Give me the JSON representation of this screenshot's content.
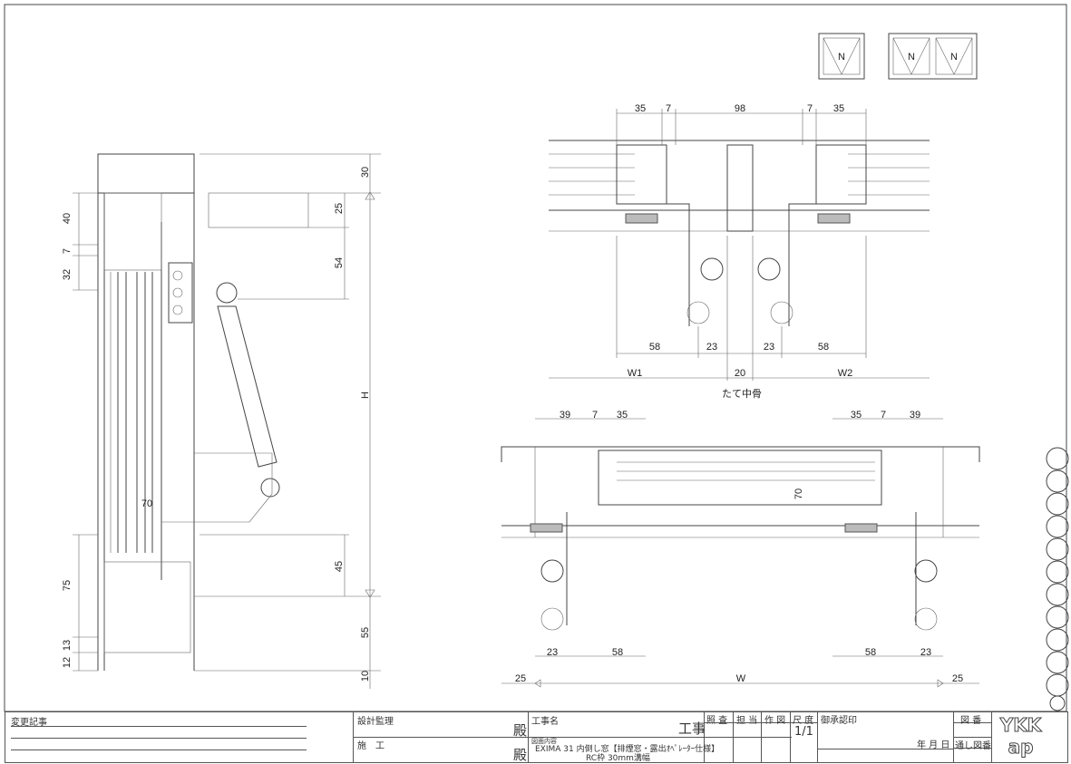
{
  "symbols": {
    "single_label": "N",
    "double_labels": [
      "N",
      "N"
    ]
  },
  "left_section": {
    "left_dims": [
      "40",
      "7",
      "32",
      "75",
      "13",
      "12"
    ],
    "right_dims": [
      "30",
      "25",
      "54",
      "H",
      "45",
      "55",
      "10"
    ],
    "glass_dim": "70"
  },
  "top_right_section": {
    "top_dims": [
      "35",
      "7",
      "98",
      "7",
      "35"
    ],
    "bottom_dims": [
      "58",
      "23",
      "23",
      "58"
    ],
    "width_dims": [
      "W1",
      "20",
      "W2"
    ],
    "caption": "たて中骨"
  },
  "bottom_right_section": {
    "top_dims_left": [
      "39",
      "7",
      "35"
    ],
    "top_dims_right": [
      "35",
      "7",
      "39"
    ],
    "glass_dim": "70",
    "bottom_dims": [
      "23",
      "58",
      "58",
      "23"
    ],
    "overall_dims": [
      "25",
      "W",
      "25"
    ]
  },
  "title_block": {
    "revision_label": "変更記事",
    "supervisor_label": "設計監理",
    "contractor_label": "施　工",
    "honorific_1": "殿",
    "honorific_2": "殿",
    "project_name_label": "工事名",
    "project_suffix": "工事",
    "drawing_content_label": "図面内容",
    "drawing_content_line1": "EXIMA 31 内倒し窓【排煙窓・露出ｵﾍﾟﾚｰﾀｰ仕様】",
    "drawing_content_line2": "RC枠 30mm溝幅",
    "check_label": "照 査",
    "charge_label": "担 当",
    "draft_label": "作 図",
    "scale_label": "尺 度",
    "scale_value": "1/1",
    "approval_label": "御承認印",
    "date_label": "年 月 日",
    "drawing_no_label": "図 番",
    "serial_no_label": "通し図番",
    "logo_text": "YKK ap"
  }
}
